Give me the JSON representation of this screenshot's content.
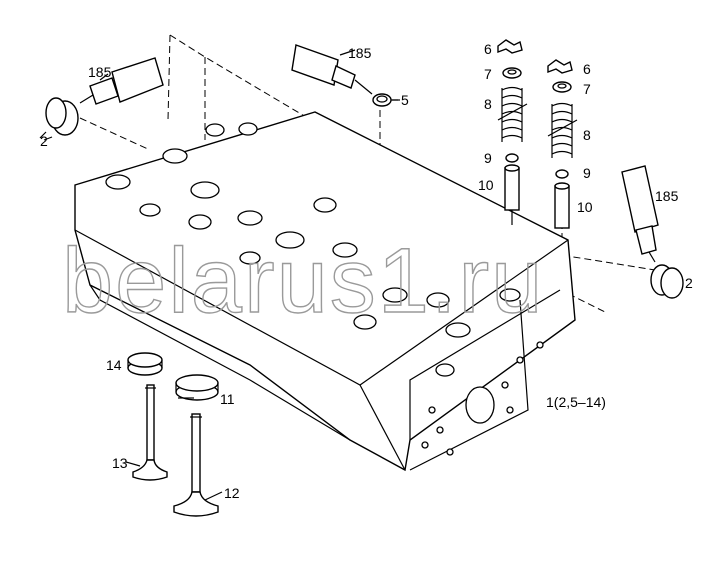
{
  "labels": {
    "p2_left": "2",
    "p185_left": "185",
    "p185_top": "185",
    "p5": "5",
    "p6_a": "6",
    "p6_b": "6",
    "p7_a": "7",
    "p7_b": "7",
    "p8_a": "8",
    "p8_b": "8",
    "p9_a": "9",
    "p9_b": "9",
    "p10_a": "10",
    "p10_b": "10",
    "p185_right": "185",
    "p2_right": "2",
    "p1_assembly": "1(2,5–14)",
    "p14": "14",
    "p11": "11",
    "p13": "13",
    "p12": "12"
  },
  "watermark": "belarus1.ru"
}
